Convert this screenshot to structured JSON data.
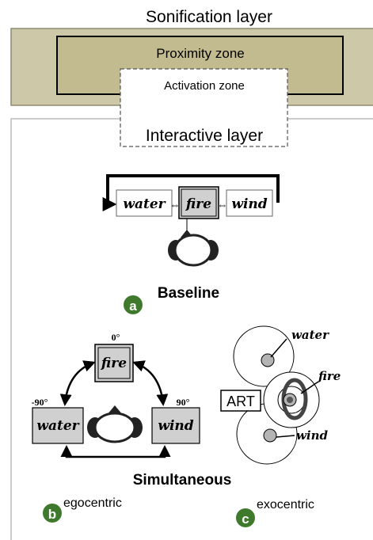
{
  "titles": {
    "sonification_layer": "Sonification layer",
    "proximity_zone": "Proximity zone",
    "activation_zone": "Activation zone",
    "interactive_layer": "Interactive layer"
  },
  "baseline": {
    "sources": [
      "water",
      "fire",
      "wind"
    ],
    "arrow_glyph": "⇔",
    "label": "Baseline",
    "badge": "a"
  },
  "simultaneous": {
    "label": "Simultaneous",
    "egocentric": {
      "badge": "b",
      "label": "egocentric",
      "angles": {
        "front": "0°",
        "left": "-90°",
        "right": "90°"
      },
      "sources": {
        "front": "fire",
        "left": "water",
        "right": "wind"
      }
    },
    "exocentric": {
      "badge": "c",
      "label": "exocentric",
      "art_label": "ART",
      "sources": [
        "water",
        "fire",
        "wind"
      ]
    }
  },
  "colors": {
    "layer_fill": "#cdc8a8",
    "layer_border": "#8f8b6e",
    "proximity_fill": "#c2bb8f",
    "badge_green": "#3f7a2c",
    "source_fill": "#d0d0d0",
    "source_dot": "#b4b4b4"
  }
}
